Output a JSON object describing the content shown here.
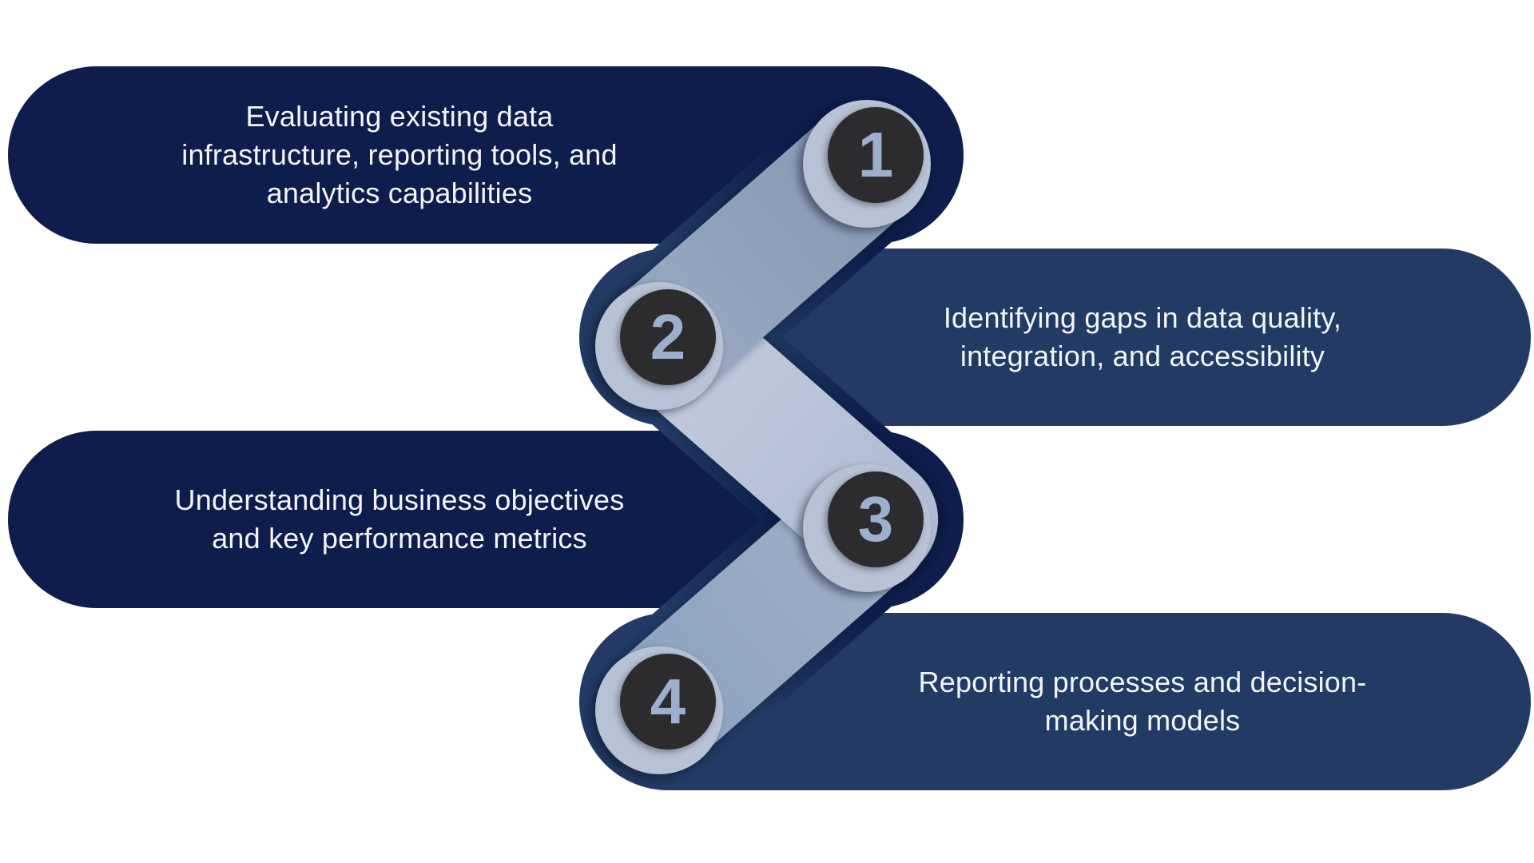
{
  "diagram": {
    "type": "numbered-zigzag-process",
    "steps": [
      {
        "number": "1",
        "label": "Evaluating existing data\ninfrastructure, reporting tools, and\nanalytics capabilities"
      },
      {
        "number": "2",
        "label": "Identifying gaps in data quality,\nintegration, and accessibility"
      },
      {
        "number": "3",
        "label": "Understanding business objectives\nand key performance metrics"
      },
      {
        "number": "4",
        "label": "Reporting processes and decision-\nmaking models"
      }
    ],
    "colors": {
      "bar_dark_navy": "#0e1d4b",
      "bar_medium_navy": "#223a64",
      "ribbon_medium": "#8497b3",
      "ribbon_light": "#b7c2d5",
      "badge_ring": "#b7c2d5",
      "badge_fill": "#2c2c2e",
      "badge_number": "#9cb0cd",
      "label_text": "#f2f5f9",
      "background": "#ffffff"
    }
  }
}
